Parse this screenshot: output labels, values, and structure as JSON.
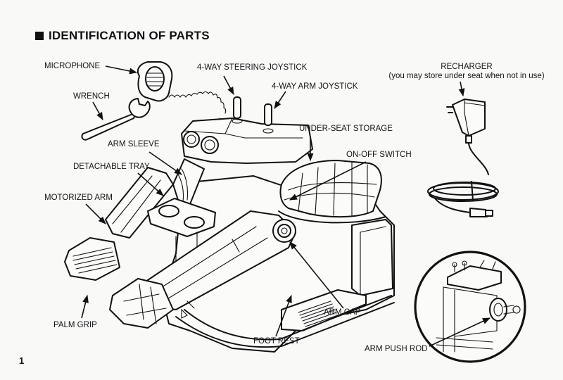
{
  "document": {
    "section_title": "IDENTIFICATION OF PARTS",
    "page_number": "1"
  },
  "labels": {
    "microphone": "MICROPHONE",
    "steering_joystick": "4-WAY STEERING JOYSTICK",
    "arm_joystick": "4-WAY ARM JOYSTICK",
    "wrench": "WRENCH",
    "recharger": "RECHARGER",
    "recharger_note": "(you may store under seat when not in use)",
    "under_seat_storage": "UNDER-SEAT STORAGE",
    "arm_sleeve": "ARM SLEEVE",
    "on_off_switch": "ON-OFF SWITCH",
    "detachable_tray": "DETACHABLE TRAY",
    "motorized_arm": "MOTORIZED ARM",
    "palm_grip": "PALM GRIP",
    "arm_cap": "ARM CAP",
    "foot_rest": "FOOT REST",
    "arm_push_rod": "ARM PUSH ROD"
  },
  "icons": {
    "title_bullet": "black-square",
    "pointer": "arrow"
  }
}
